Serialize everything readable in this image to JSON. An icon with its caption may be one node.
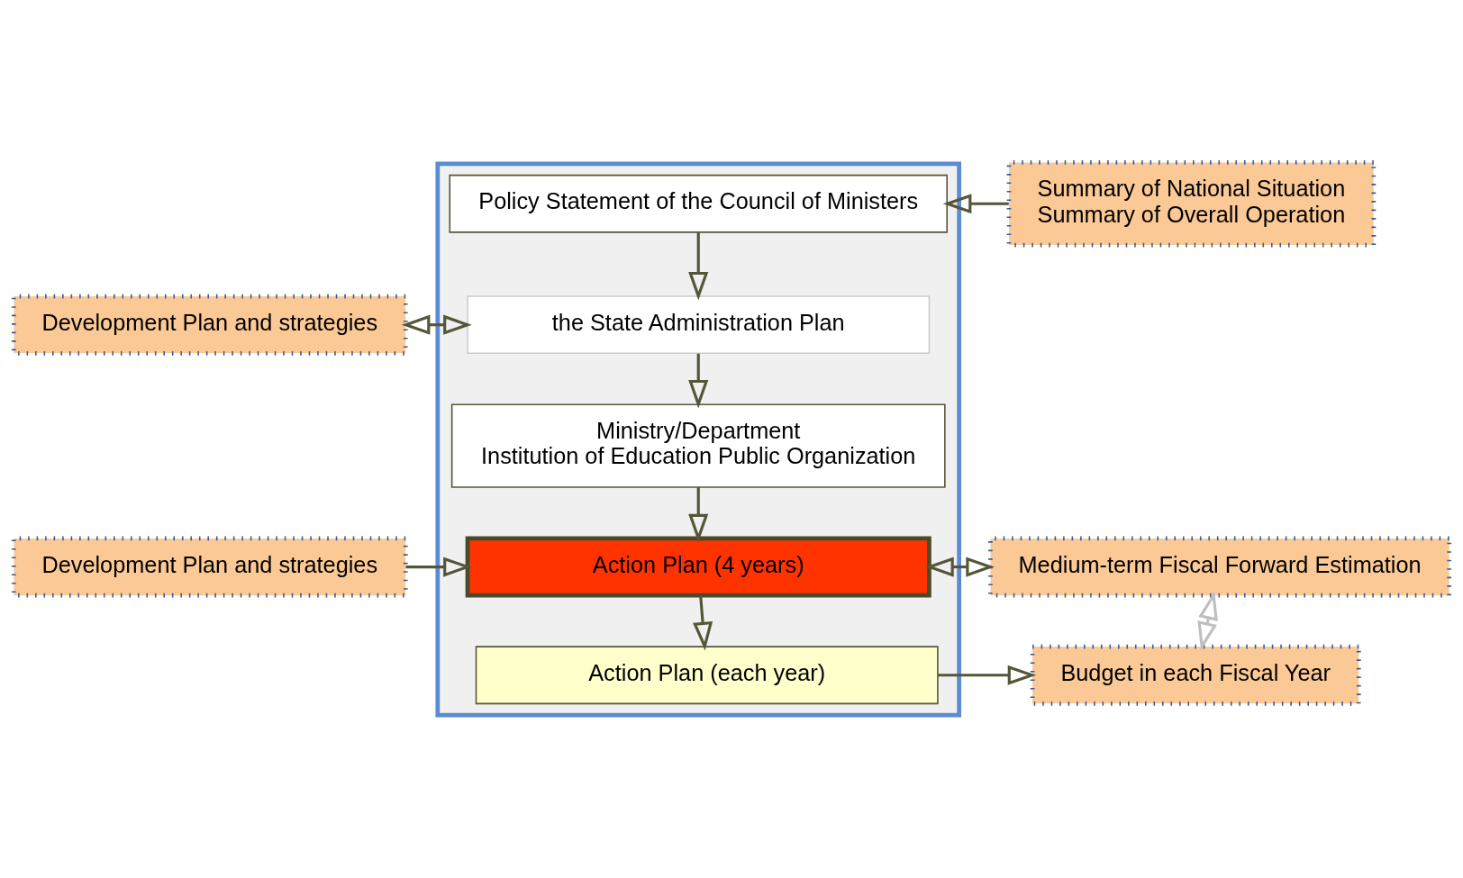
{
  "diagram": {
    "nodes": [
      {
        "text": [],
        "shape": "box"
      },
      {
        "text": [
          "Policy Statement of the Council of Ministers"
        ],
        "in": 0
      },
      {
        "text": [
          "the State Administration Plan"
        ],
        "in": 0
      },
      {
        "text": [
          "Ministry/Department",
          "Institution of Education Public Organization"
        ],
        "in": 0
      },
      {
        "text": [
          "Action Plan (4 years)"
        ],
        "in": 0
      },
      {
        "text": [
          "Action Plan (each year)"
        ],
        "in": 0
      },
      {
        "text": [
          "Summary of National Situation",
          "Summary of Overall Operation"
        ]
      },
      {
        "text": [
          "Development Plan and strategies"
        ]
      },
      {
        "text": [
          "Development Plan and strategies"
        ]
      },
      {
        "text": [
          "Medium-term Fiscal Forward Estimation"
        ]
      },
      {
        "text": [
          "Budget in each Fiscal Year"
        ]
      }
    ],
    "edges": [
      {
        "from": 6,
        "to": 1,
        "arrow": "to"
      },
      {
        "from": 1,
        "to": 2,
        "arrow": "to"
      },
      {
        "from": 7,
        "to": 2,
        "arrow": "both"
      },
      {
        "from": 2,
        "to": 3,
        "arrow": "to"
      },
      {
        "from": 3,
        "to": 4,
        "arrow": "to"
      },
      {
        "from": 8,
        "to": 4,
        "arrow": "to"
      },
      {
        "from": 4,
        "to": 9,
        "arrow": "both"
      },
      {
        "from": 4,
        "to": 5,
        "arrow": "to"
      },
      {
        "from": 9,
        "to": 10,
        "arrow": "both",
        "color": "#bfbfbf"
      },
      {
        "from": 5,
        "to": 10,
        "arrow": "to"
      }
    ]
  }
}
